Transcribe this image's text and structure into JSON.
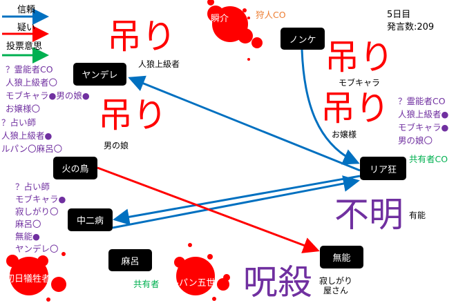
{
  "legend": [
    {
      "label": "信頼",
      "color": "#0070c0"
    },
    {
      "label": "疑い",
      "color": "#ff0000"
    },
    {
      "label": "投票意思",
      "color": "#00b050"
    }
  ],
  "status": {
    "day": "5日目",
    "posts": "発言数:209"
  },
  "nodes": {
    "yandere": "ヤンデレ",
    "shunsuke": "瞬介",
    "nonke": "ノンケ",
    "riakyo": "リア狂",
    "hinotori": "火の鳥",
    "chunibyo": "中二病",
    "maro": "麻呂",
    "munou": "無能",
    "victim": "初日犠牲者",
    "lupin": "ルパン五世"
  },
  "roles": {
    "hunter": "狩人CO",
    "sharer": "共有者",
    "sharer_co": "共有者CO"
  },
  "notes": {
    "yandere": [
      "？霊能者CO",
      "人狼上級者〇",
      "モブキャラ●男の娘●",
      "お嬢様〇"
    ],
    "hitorit": [
      "？占い師",
      "人狼上級者●",
      "ルパン〇麻呂〇"
    ],
    "riakyo": [
      "？霊能者CO",
      "人狼上級者●",
      "モブキャラ●",
      "男の娘〇"
    ],
    "chunibyo": [
      "？占い師",
      "モブキャラ●",
      "寂しがり〇",
      "麻呂〇",
      "無能●",
      "ヤンデレ〇"
    ]
  },
  "dead_labels": {
    "a": "人狼上級者",
    "b": "男の娘",
    "c": "モブキャラ",
    "d": "お嬢様",
    "e": "有能",
    "f1": "寂しがり",
    "f2": "屋さん"
  },
  "stamps": {
    "hang": "吊り",
    "unknown": "不明",
    "curse": "呪殺"
  },
  "colors": {
    "trust": "#0070c0",
    "doubt": "#ff0000",
    "vote": "#00b050",
    "note": "#7030a0"
  }
}
